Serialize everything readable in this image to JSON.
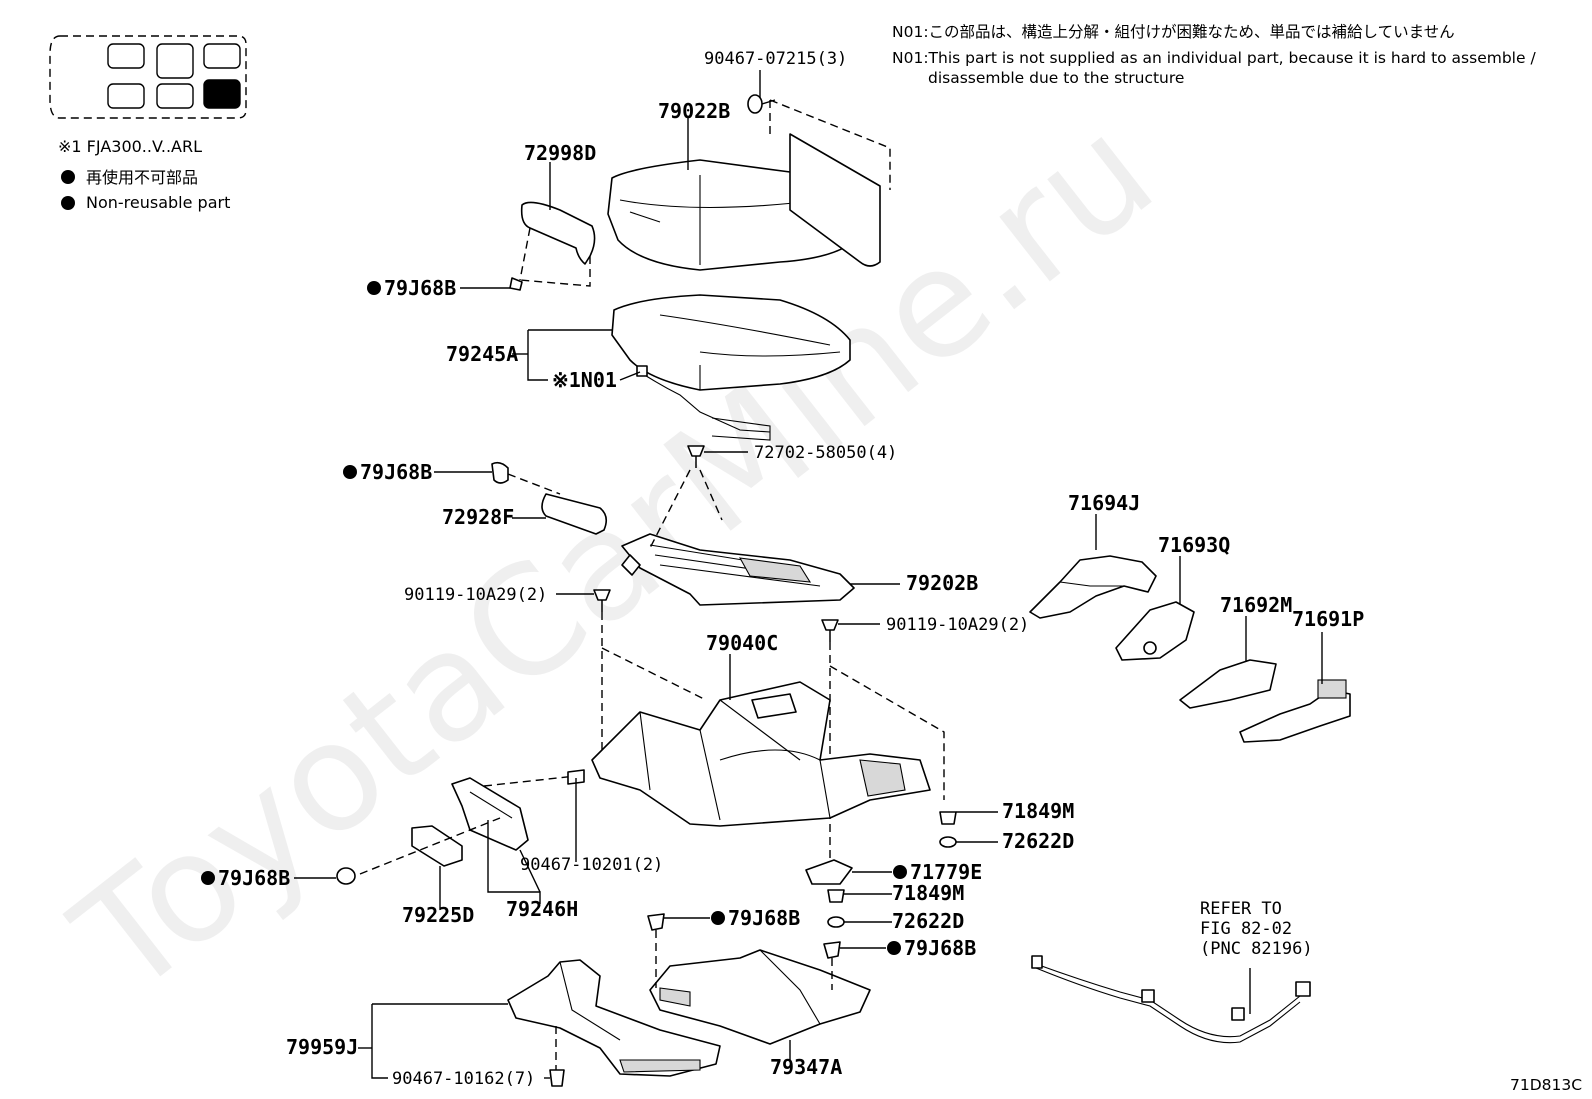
{
  "notes": {
    "line1": "N01:この部品は、構造上分解・組付けが困難なため、単品では補給していません",
    "line2": "N01:This part is not supplied as an individual part, because it is hard to assemble /",
    "line3": "disassemble due to the structure"
  },
  "legend": {
    "model_note": "※1 FJA300..V..ARL",
    "nonreusable_jp": "再使用不可部品",
    "nonreusable_en": "Non-reusable part"
  },
  "figure_code": "71D813C",
  "watermark": "ToyotaCarMine.ru",
  "labels": {
    "p90467_07215": "90467-07215(3)",
    "p79022B": "79022B",
    "p72998D": "72998D",
    "p79J68B_a": "79J68B",
    "p79245A": "79245A",
    "p_n01": "※1N01",
    "p72702_58050": "72702-58050(4)",
    "p79J68B_b": "79J68B",
    "p72928F": "72928F",
    "p79202B": "79202B",
    "p90119_10A29_a": "90119-10A29(2)",
    "p90119_10A29_b": "90119-10A29(2)",
    "p79040C": "79040C",
    "p71694J": "71694J",
    "p71693Q": "71693Q",
    "p71692M": "71692M",
    "p71691P": "71691P",
    "p71849M_a": "71849M",
    "p72622D_a": "72622D",
    "p71779E": "71779E",
    "p71849M_b": "71849M",
    "p72622D_b": "72622D",
    "p79J68B_c": "79J68B",
    "p79J68B_d": "79J68B",
    "p79J68B_e": "79J68B",
    "p90467_10201": "90467-10201(2)",
    "p79225D": "79225D",
    "p79246H": "79246H",
    "p79959J": "79959J",
    "p90467_10162": "90467-10162(7)",
    "p79347A": "79347A",
    "refer1": "REFER TO",
    "refer2": "FIG 82-02",
    "refer3": "(PNC 82196)"
  }
}
